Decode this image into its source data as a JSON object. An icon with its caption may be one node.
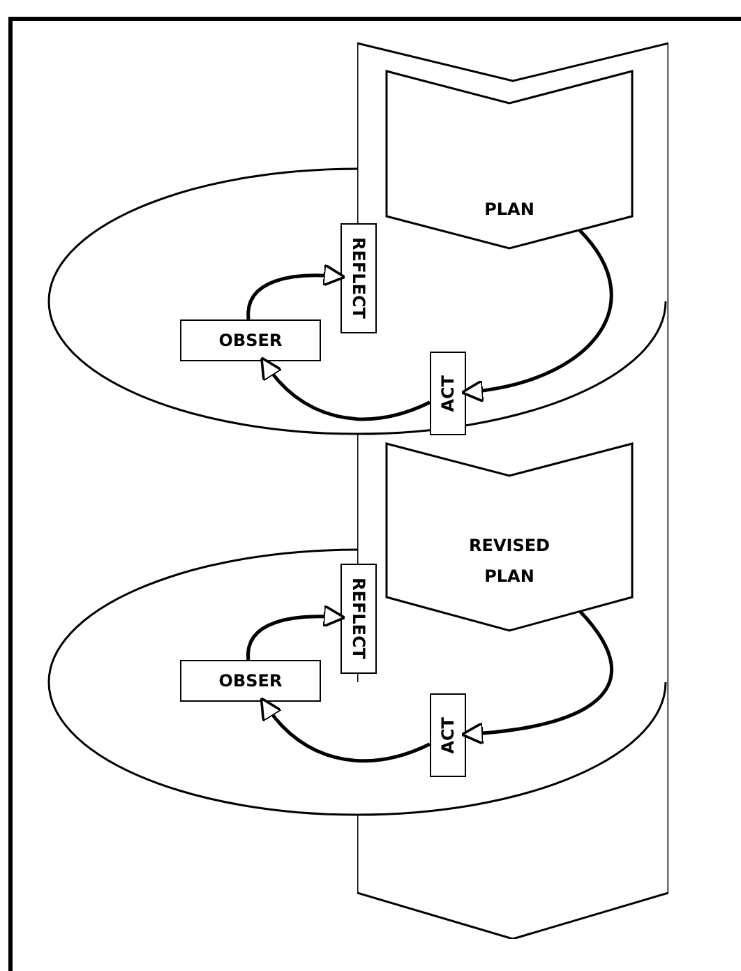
{
  "diagram": {
    "nodes": [
      {
        "text": [],
        "shape": "band"
      },
      {
        "text": [
          "PLAN"
        ],
        "in": 0
      },
      {
        "text": [],
        "shape": "ellipse"
      },
      {
        "text": [
          "REFLECT"
        ],
        "in": 2
      },
      {
        "text": [
          "OBSER"
        ],
        "in": 2
      },
      {
        "text": [
          "ACT"
        ]
      },
      {
        "text": [
          "REVISED PLAN"
        ],
        "in": 0
      },
      {
        "text": [],
        "shape": "ellipse"
      },
      {
        "text": [
          "REFLECT"
        ],
        "in": 7
      },
      {
        "text": [
          "OBSER"
        ],
        "in": 7
      },
      {
        "text": [
          "ACT"
        ]
      }
    ],
    "edges": [
      {
        "from": 1,
        "to": 5,
        "arrow": "to"
      },
      {
        "from": 5,
        "to": 4,
        "arrow": "to"
      },
      {
        "from": 4,
        "to": 3,
        "arrow": "to"
      },
      {
        "from": 6,
        "to": 10,
        "arrow": "to"
      },
      {
        "from": 10,
        "to": 9,
        "arrow": "to"
      },
      {
        "from": 9,
        "to": 8,
        "arrow": "to"
      }
    ]
  }
}
